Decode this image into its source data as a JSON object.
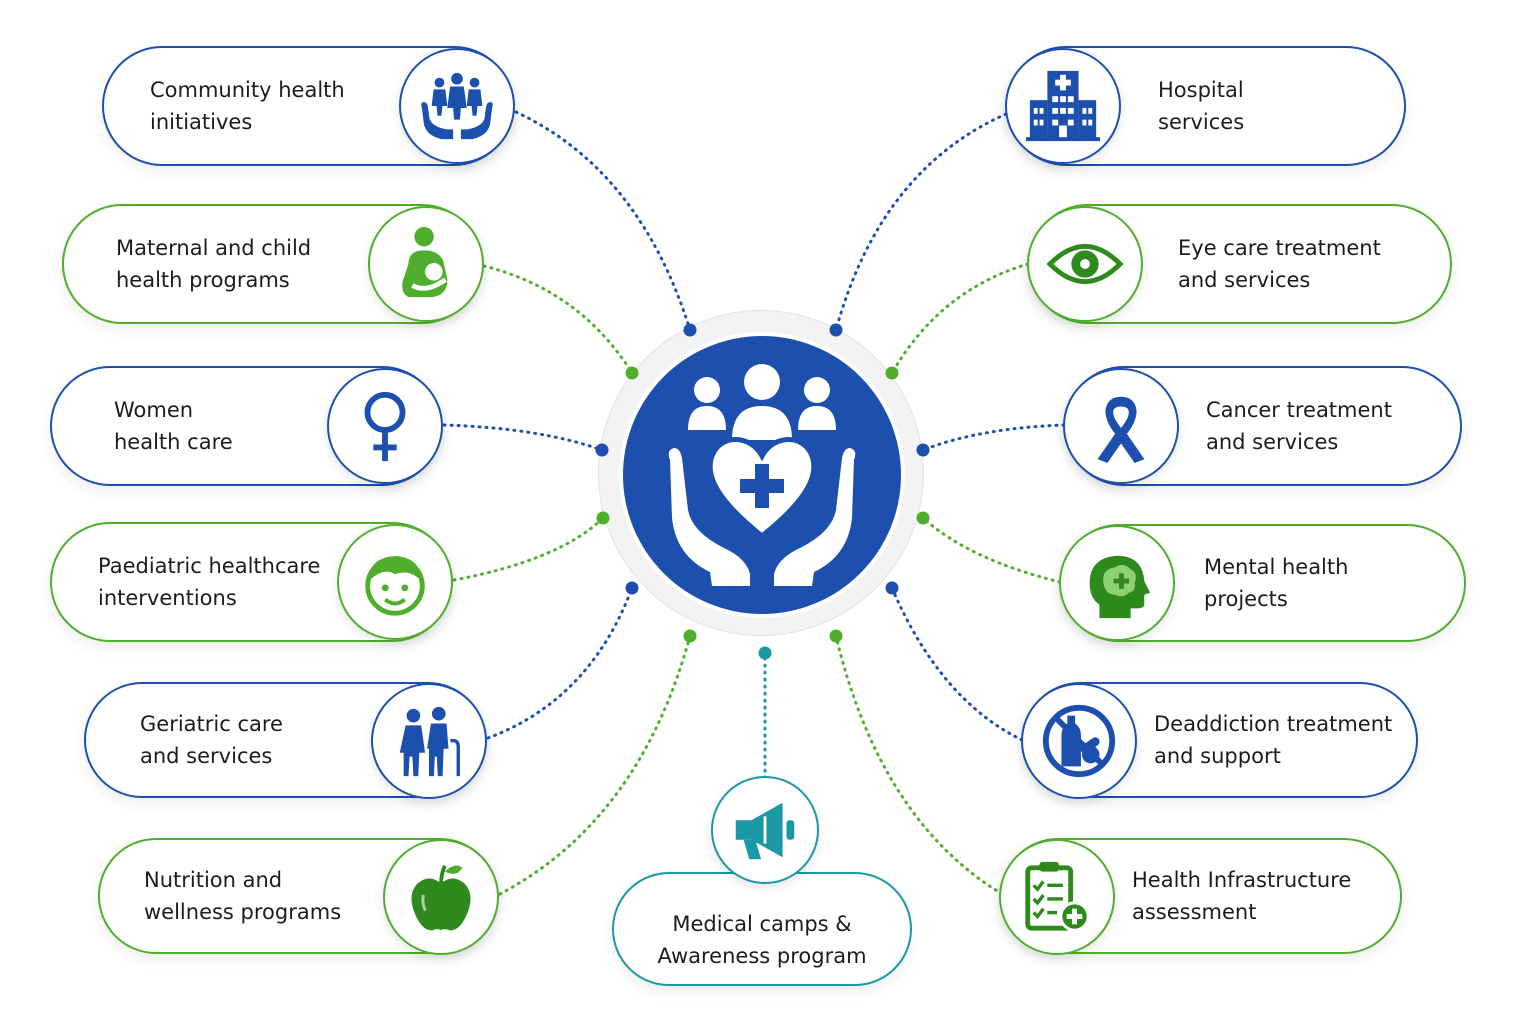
{
  "colors": {
    "blue": "#1c4fae",
    "green": "#4fae2c",
    "teal": "#1a98a4"
  },
  "center": {
    "icon": "hands-heart-people-icon"
  },
  "nodes": [
    {
      "id": "community",
      "label": "Community health\ninitiatives",
      "icon": "people-in-hands-icon",
      "color": "blue"
    },
    {
      "id": "maternal",
      "label": "Maternal and child\nhealth programs",
      "icon": "mother-child-icon",
      "color": "green"
    },
    {
      "id": "women",
      "label": "Women\nhealth care",
      "icon": "female-symbol-icon",
      "color": "blue"
    },
    {
      "id": "paediatric",
      "label": "Paediatric healthcare\ninterventions",
      "icon": "child-face-icon",
      "color": "green"
    },
    {
      "id": "geriatric",
      "label": "Geriatric care\nand services",
      "icon": "elderly-couple-icon",
      "color": "blue"
    },
    {
      "id": "nutrition",
      "label": "Nutrition and\nwellness programs",
      "icon": "apple-icon",
      "color": "green"
    },
    {
      "id": "medical",
      "label": "Medical camps &\nAwareness program",
      "icon": "megaphone-icon",
      "color": "teal"
    },
    {
      "id": "hospital",
      "label": "Hospital\nservices",
      "icon": "hospital-building-icon",
      "color": "blue"
    },
    {
      "id": "eye",
      "label": "Eye care treatment\nand services",
      "icon": "eye-icon",
      "color": "green"
    },
    {
      "id": "cancer",
      "label": "Cancer treatment\nand services",
      "icon": "awareness-ribbon-icon",
      "color": "blue"
    },
    {
      "id": "mental",
      "label": "Mental health\nprojects",
      "icon": "head-brain-icon",
      "color": "green"
    },
    {
      "id": "deaddiction",
      "label": "Deaddiction treatment\nand support",
      "icon": "no-addiction-icon",
      "color": "blue"
    },
    {
      "id": "infrastructure",
      "label": "Health Infrastructure\nassessment",
      "icon": "clipboard-checklist-icon",
      "color": "green"
    }
  ]
}
